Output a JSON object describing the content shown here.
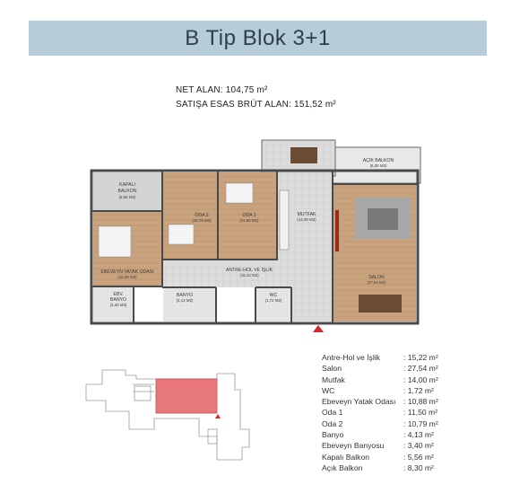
{
  "title": "B Tip Blok 3+1",
  "areas": {
    "net": "NET ALAN: 104,75 m²",
    "gross": "SATIŞA ESAS BRÜT ALAN: 151,52 m²"
  },
  "rooms": {
    "kapali_balkon": {
      "name_1": "KAPALI",
      "name_2": "BALKON",
      "area": "(5,56 M2)"
    },
    "oda2": {
      "name": "ODA 2",
      "area": "(10,79 M2)"
    },
    "oda1": {
      "name": "ODA 1",
      "area": "(11,50 M2)"
    },
    "mutfak": {
      "name": "MUTFAK",
      "area": "(14,00 M2)"
    },
    "acik_balkon": {
      "name": "AÇIK BALKON",
      "area": "(8,30 M2)"
    },
    "ebeveyn_yatak": {
      "name": "EBEVEYN YATAK ODASI",
      "area": "(10,88 M2)"
    },
    "antre": {
      "name": "ANTRE-HOL VE İŞLİK",
      "area": "(15,22 M2)"
    },
    "salon": {
      "name": "SALON",
      "area": "(27,54 M2)"
    },
    "ebv_banyo": {
      "name_1": "EBV.",
      "name_2": "BANYO",
      "area": "(3,40 M2)"
    },
    "banyo": {
      "name": "BANYO",
      "area": "(4,13 M2)"
    },
    "wc": {
      "name": "WC",
      "area": "(1,72 M2)"
    }
  },
  "legend": [
    {
      "name": "Antre-Hol ve İşlik",
      "value": ": 15,22 m²"
    },
    {
      "name": "Salon",
      "value": ": 27,54 m²"
    },
    {
      "name": "Mutfak",
      "value": ": 14,00 m²"
    },
    {
      "name": "WC",
      "value": ": 1,72 m²"
    },
    {
      "name": "Ebeveyn Yatak Odası",
      "value": ": 10,88 m²"
    },
    {
      "name": "Oda 1",
      "value": ": 11,50 m²"
    },
    {
      "name": "Oda 2",
      "value": ": 10,79 m²"
    },
    {
      "name": "Banyo",
      "value": ": 4,13 m²"
    },
    {
      "name": "Ebeveyn Banyosu",
      "value": ": 3,40 m²"
    },
    {
      "name": "Kapalı Balkon",
      "value": ": 5,56 m²"
    },
    {
      "name": "Açık Balkon",
      "value": ": 8,30 m²"
    }
  ],
  "colors": {
    "title_bar": "#b7ccd9",
    "wall": "#4a4a4a",
    "wood_floor": "#c9a27e",
    "tile_floor": "#d8d8d8",
    "key_highlight": "#e8777a",
    "entrance_marker": "#d9262c"
  }
}
